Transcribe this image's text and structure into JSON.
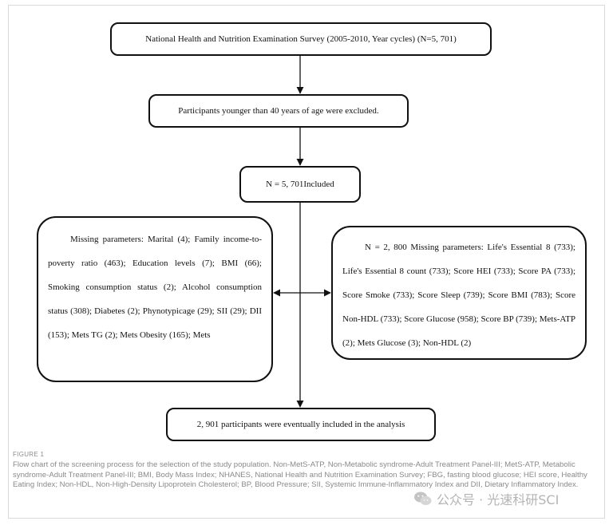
{
  "flowchart": {
    "survey_box": "National Health and Nutrition Examination Survey (2005-2010, Year cycles) (N=5, 701)",
    "exclusion_box": "Participants younger than 40 years of age were excluded.",
    "included_box": "N = 5, 701Included",
    "missing_left_box": "Missing parameters: Marital (4); Family income-to-poverty ratio (463); Education levels (7); BMI (66); Smoking consumption status (2); Alcohol consumption status (308); Diabetes (2); Phynotypicage (29); SII (29); DII (153); Mets TG (2); Mets Obesity (165); Mets",
    "missing_right_box": "N = 2, 800 Missing parameters: Life's Essential 8 (733); Life's Essential 8 count (733); Score HEI (733); Score PA (733); Score Smoke (733); Score Sleep (739); Score BMI (783); Score Non-HDL (733); Score Glucose (958); Score BP (739); Mets-ATP (2); Mets Glucose (3); Non-HDL (2)",
    "final_box": "2, 901 participants were eventually included in the analysis"
  },
  "figure": {
    "label": "FIGURE 1",
    "caption": "Flow chart of the screening process for the selection of the study population. Non-MetS-ATP, Non-Metabolic syndrome-Adult Treatment Panel-III; MetS-ATP, Metabolic syndrome-Adult Treatment Panel-III; BMI, Body Mass Index; NHANES, National Health and Nutrition Examination Survey; FBG, fasting blood glucose; HEI score, Healthy Eating Index; Non-HDL, Non-High-Density Lipoprotein Cholesterol; BP, Blood Pressure; SII, Systemic Immune-Inflammatory Index and DII, Dietary Inflammatory Index."
  },
  "watermark": {
    "icon": "wechat-icon",
    "text": "公众号 · 光速科研SCI"
  }
}
